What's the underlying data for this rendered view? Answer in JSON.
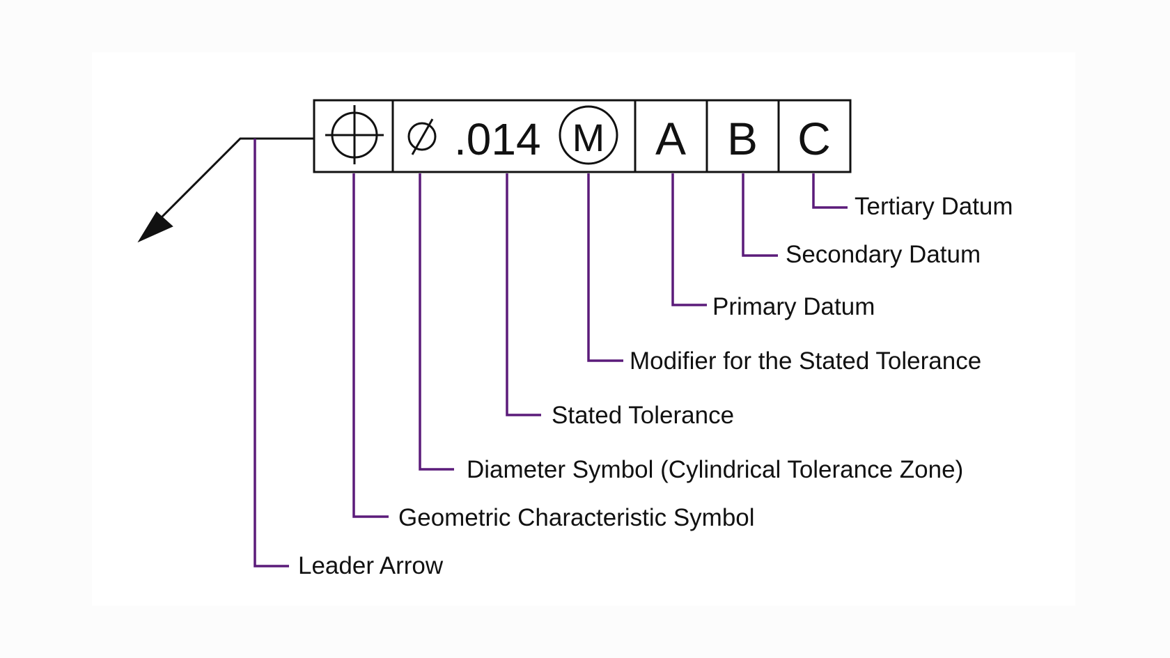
{
  "frame": {
    "tolerance_value": ".014",
    "modifier": "M",
    "datums": [
      "A",
      "B",
      "C"
    ],
    "symbols": {
      "geometric": "position-icon",
      "diameter": "diameter-icon"
    }
  },
  "callouts": {
    "tertiary_datum": "Tertiary Datum",
    "secondary_datum": "Secondary Datum",
    "primary_datum": "Primary Datum",
    "modifier": "Modifier for the Stated Tolerance",
    "stated_tolerance": "Stated Tolerance",
    "diameter_symbol": "Diameter Symbol (Cylindrical Tolerance Zone)",
    "geometric_symbol": "Geometric Characteristic Symbol",
    "leader_arrow": "Leader Arrow"
  },
  "colors": {
    "callout_line": "#5b1b7a",
    "frame": "#111111"
  }
}
